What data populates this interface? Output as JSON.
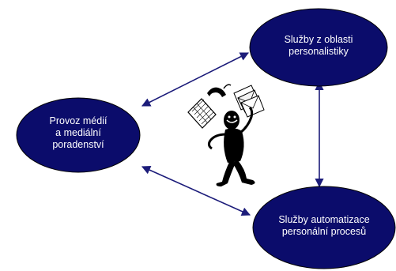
{
  "diagram": {
    "colors": {
      "node_fill": "#0b0c6b",
      "node_stroke": "#000000",
      "node_text": "#ffffff",
      "arrow": "#1c1c7a",
      "figure": "#000000"
    },
    "nodes": [
      {
        "id": "top-right",
        "lines": [
          "Služby z oblasti",
          "personalistiky"
        ]
      },
      {
        "id": "left",
        "lines": [
          "Provoz médií",
          "a mediální",
          "poradenství"
        ]
      },
      {
        "id": "bottom-right",
        "lines": [
          "Služby automatizace",
          "personální procesů"
        ]
      }
    ],
    "edges": [
      {
        "from": "left",
        "to": "top-right",
        "style": "double-arrow"
      },
      {
        "from": "left",
        "to": "bottom-right",
        "style": "double-arrow"
      },
      {
        "from": "top-right",
        "to": "bottom-right",
        "style": "double-arrow"
      }
    ],
    "center_figure": {
      "icon": "juggling-person-icon",
      "props": [
        "telephone-icon",
        "keyboard-icon",
        "letters-icon"
      ]
    }
  }
}
